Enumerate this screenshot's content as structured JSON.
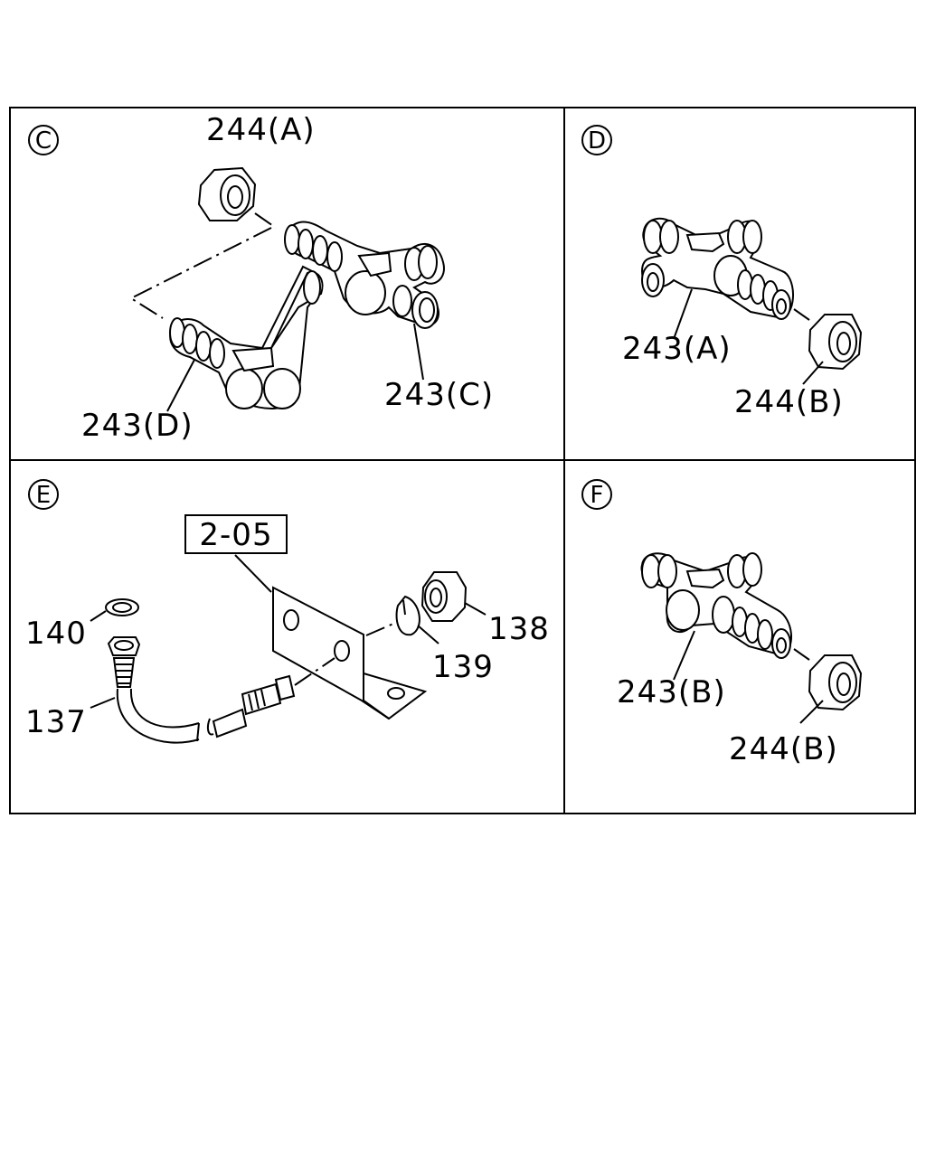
{
  "panels": {
    "c": {
      "marker": "C",
      "labels": [
        "244(A)",
        "243(C)",
        "243(D)"
      ]
    },
    "d": {
      "marker": "D",
      "labels": [
        "243(A)",
        "244(B)"
      ]
    },
    "e": {
      "marker": "E",
      "reference_box": "2-05",
      "labels": [
        "140",
        "137",
        "139",
        "138"
      ]
    },
    "f": {
      "marker": "F",
      "labels": [
        "243(B)",
        "244(B)"
      ]
    }
  },
  "colors": {
    "line": "#000000",
    "background": "#ffffff"
  }
}
